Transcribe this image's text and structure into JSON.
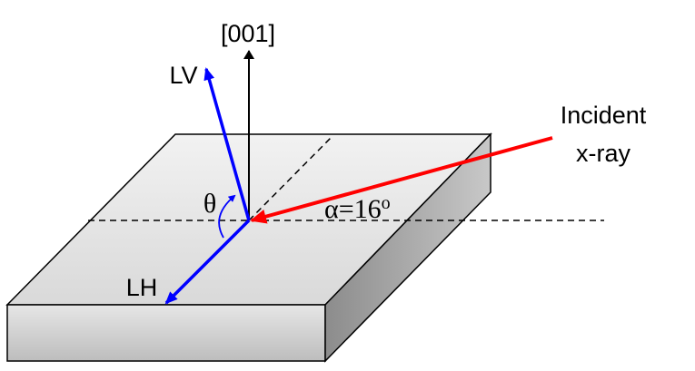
{
  "labels": {
    "axis_001": "[001]",
    "lv": "LV",
    "lh": "LH",
    "incident_line1": "Incident",
    "incident_line2": "x-ray",
    "theta": "θ",
    "alpha": "α=16",
    "alpha_degree": "o"
  },
  "colors": {
    "beam": "#ff0000",
    "polarization": "#0000ff",
    "axis": "#000000"
  }
}
